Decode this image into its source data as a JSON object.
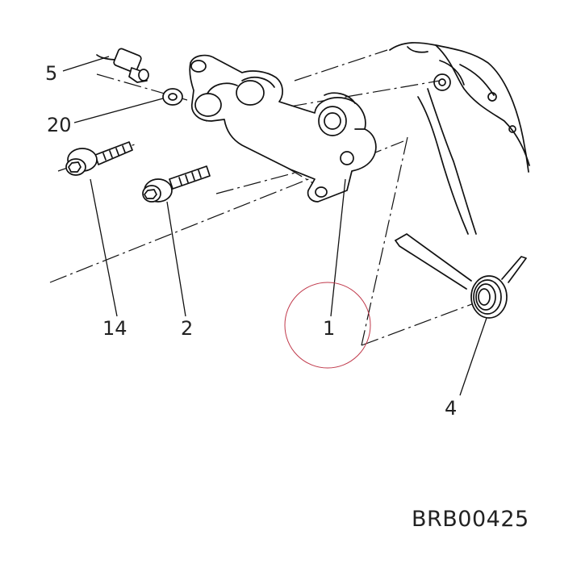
{
  "diagram": {
    "reference_code": "BRB00425",
    "callouts": [
      {
        "id": "5",
        "label": "5"
      },
      {
        "id": "20",
        "label": "20"
      },
      {
        "id": "14",
        "label": "14"
      },
      {
        "id": "2",
        "label": "2"
      },
      {
        "id": "1",
        "label": "1"
      },
      {
        "id": "4",
        "label": "4"
      }
    ],
    "highlight": {
      "target": "1",
      "color": "#c0394b"
    },
    "colors": {
      "ink": "#111111",
      "background": "#ffffff"
    }
  }
}
